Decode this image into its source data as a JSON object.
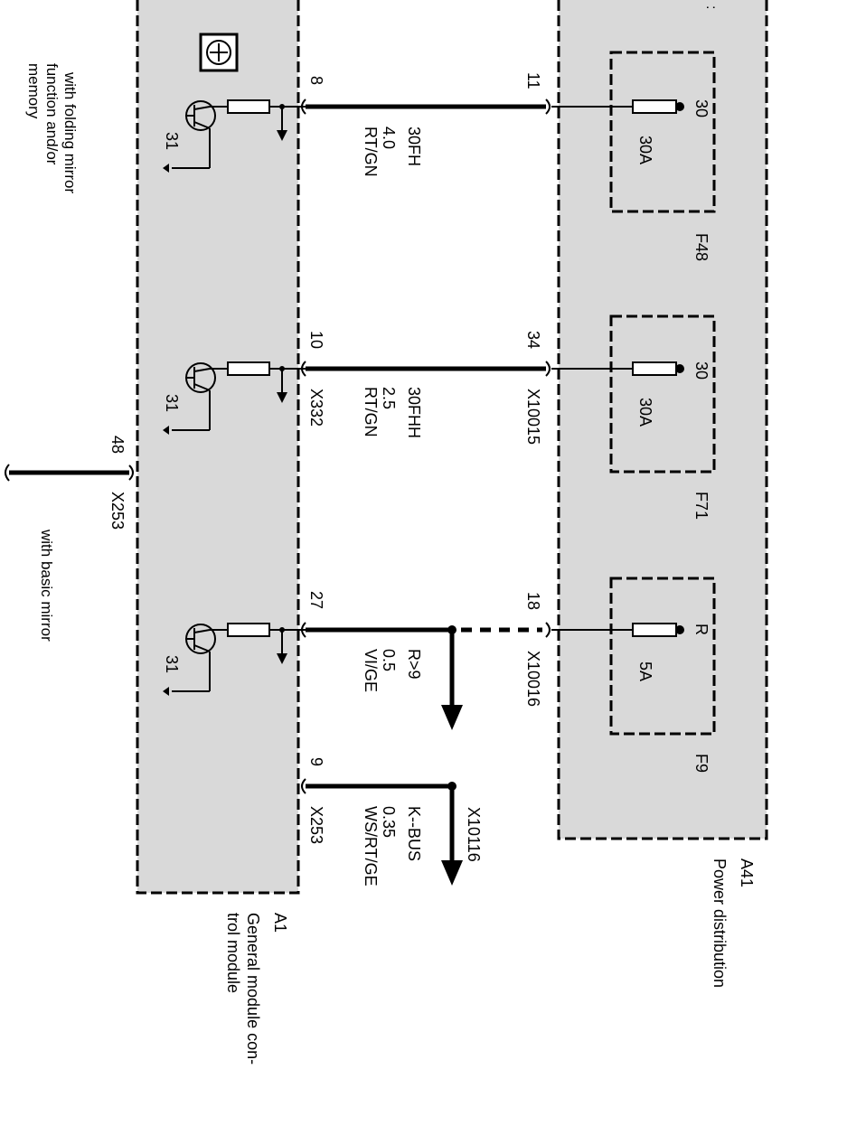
{
  "modules": {
    "a41": {
      "ref": "A41",
      "name": "Power distribution",
      "fuses": [
        {
          "id": "F48",
          "terminal": "30",
          "rating": "30A"
        },
        {
          "id": "F71",
          "terminal": "30",
          "rating": "30A"
        },
        {
          "id": "F9",
          "terminal": "R",
          "rating": "5A"
        }
      ]
    },
    "a1": {
      "ref": "A1",
      "name_line1": "General module con-",
      "name_line2": "trol module",
      "ground_label": "31"
    }
  },
  "circuits": [
    {
      "pin_a1": "8",
      "pin_a41": "11",
      "signal": "30FH",
      "gauge": "4.0",
      "color": "RT/GN",
      "connector_a1": "",
      "connector_a41": ""
    },
    {
      "pin_a1": "10",
      "pin_a41": "34",
      "signal": "30FHH",
      "gauge": "2.5",
      "color": "RT/GN",
      "connector_a1": "X332",
      "connector_a41": "X10015"
    },
    {
      "pin_a1": "27",
      "pin_a41": "18",
      "signal": "R>9",
      "gauge": "0.5",
      "color": "VI/GE",
      "connector_a1": "",
      "connector_a41": "X10016"
    },
    {
      "pin_a1": "9",
      "pin_a41": "",
      "signal": "K--BUS",
      "gauge": "0.35",
      "color": "WS/RT/GE",
      "connector_a1": "X253",
      "connector_a41": "X10116"
    }
  ],
  "aux_connector": {
    "pin": "48",
    "connector": "X253"
  },
  "notes": {
    "folding_line1": "with folding mirror",
    "folding_line2": "function and/or",
    "folding_line3": "memory",
    "basic": "with basic mirror"
  },
  "colors": {
    "module_fill": "#d9d9d9",
    "line": "#000000"
  }
}
